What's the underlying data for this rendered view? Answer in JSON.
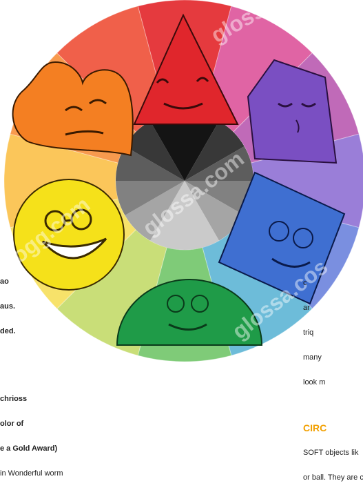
{
  "colors": {
    "red": "#e53a3e",
    "red_orange": "#f0604a",
    "orange": "#f89a4e",
    "yellow_orange": "#fbc65a",
    "yellow": "#f7e26a",
    "yellow_green": "#c9de78",
    "green": "#7fcb78",
    "blue_green": "#6dbcd9",
    "blue": "#7a8fe0",
    "blue_violet": "#9a7ed8",
    "violet": "#c06ab8",
    "red_violet": "#e064a4",
    "center_light": "#ffffff",
    "center_dark": "#111111"
  },
  "shapes": [
    {
      "name": "triangle",
      "color": "#e0262c"
    },
    {
      "name": "pentagon",
      "color": "#7a4fc2"
    },
    {
      "name": "square",
      "color": "#3f6fd1"
    },
    {
      "name": "semicircle",
      "color": "#1f9b48"
    },
    {
      "name": "circle",
      "color": "#f5e11a"
    },
    {
      "name": "heart",
      "color": "#f47f22"
    }
  ],
  "watermarks": [
    "glossa.",
    "glossa.com",
    "ogg.com",
    "glossa.cos"
  ],
  "left_text": {
    "line1": "ao",
    "line2": "aus.",
    "line3": "ded.",
    "line4": "chrioss",
    "line5": "olor of",
    "line6": "e a Gold Award)",
    "line7": "in Wonderful worm"
  },
  "right_text": {
    "line1": "c",
    "line2": "ar",
    "line3": "triq",
    "line4": "many",
    "line5": "look m",
    "caption": "CIRC",
    "line6": "SOFT objects lik",
    "line7": "or ball. They are con"
  }
}
